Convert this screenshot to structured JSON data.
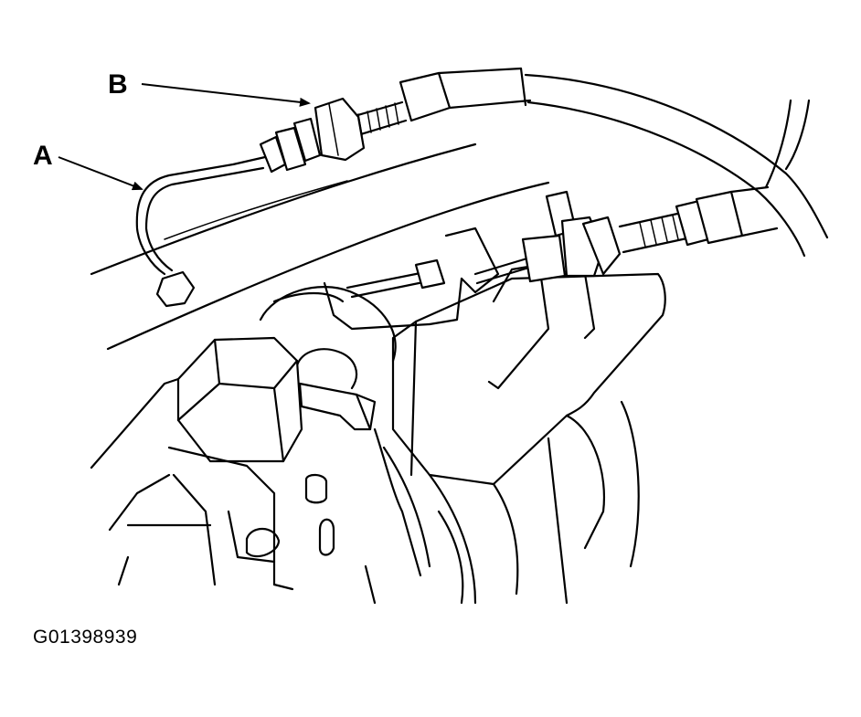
{
  "callouts": {
    "a": "A",
    "b": "B"
  },
  "figure_code": "G01398939"
}
